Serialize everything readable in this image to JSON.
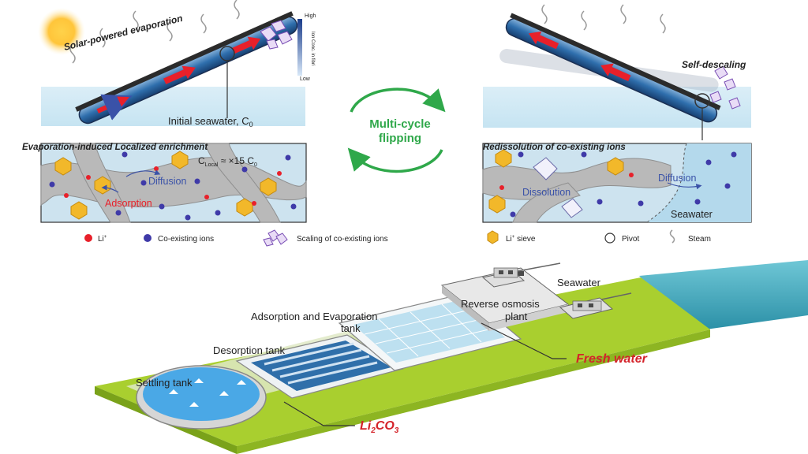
{
  "top_left": {
    "title": "Solar-powered evaporation",
    "conc_scale": {
      "label": "Ion Conc. in fibri",
      "high": "High",
      "low": "Low"
    },
    "initial_seawater": "Initial seawater, C",
    "initial_sub": "0",
    "panel_title": "Evaporation-induced Localized enrichment",
    "clocal_c": "C",
    "clocal_sub": "Local",
    "clocal_rest": " ≈ ×15 C",
    "clocal_sub2": "0",
    "diffusion": "Diffusion",
    "adsorption": "Adsorption"
  },
  "center": {
    "cycle_line1": "Multi-cycle",
    "cycle_line2": "flipping"
  },
  "top_right": {
    "self_descaling": "Self-descaling",
    "panel_title": "Redissolution of co-existing ions",
    "dissolution": "Dissolution",
    "diffusion": "Diffusion",
    "seawater": "Seawater"
  },
  "legend": {
    "li": "Li",
    "co_ions": "Co-existing ions",
    "scaling": "Scaling of co-existing ions",
    "sieve": "Li",
    "sieve_rest": " sieve",
    "pivot": "Pivot",
    "steam": "Steam"
  },
  "plant": {
    "seawater": "Seawater",
    "ro_line1": "Reverse osmosis",
    "ro_line2": "plant",
    "adsorption_line1": "Adsorption and Evaporation",
    "adsorption_line2": "tank",
    "desorption": "Desorption tank",
    "settling": "Settling tank",
    "fresh_water": "Fresh water",
    "li2co3_a": "Li",
    "li2co3_sub": "2",
    "li2co3_b": "CO",
    "li2co3_sub2": "3"
  },
  "colors": {
    "li_red": "#e8202a",
    "co_ion_blue": "#3f3aa8",
    "sieve_gold": "#f2b82a",
    "cycle_green": "#2fa84a",
    "ground_green": "#a9cf2f",
    "water_teal": "#2fa3b8",
    "accent_red": "#d4232a"
  }
}
